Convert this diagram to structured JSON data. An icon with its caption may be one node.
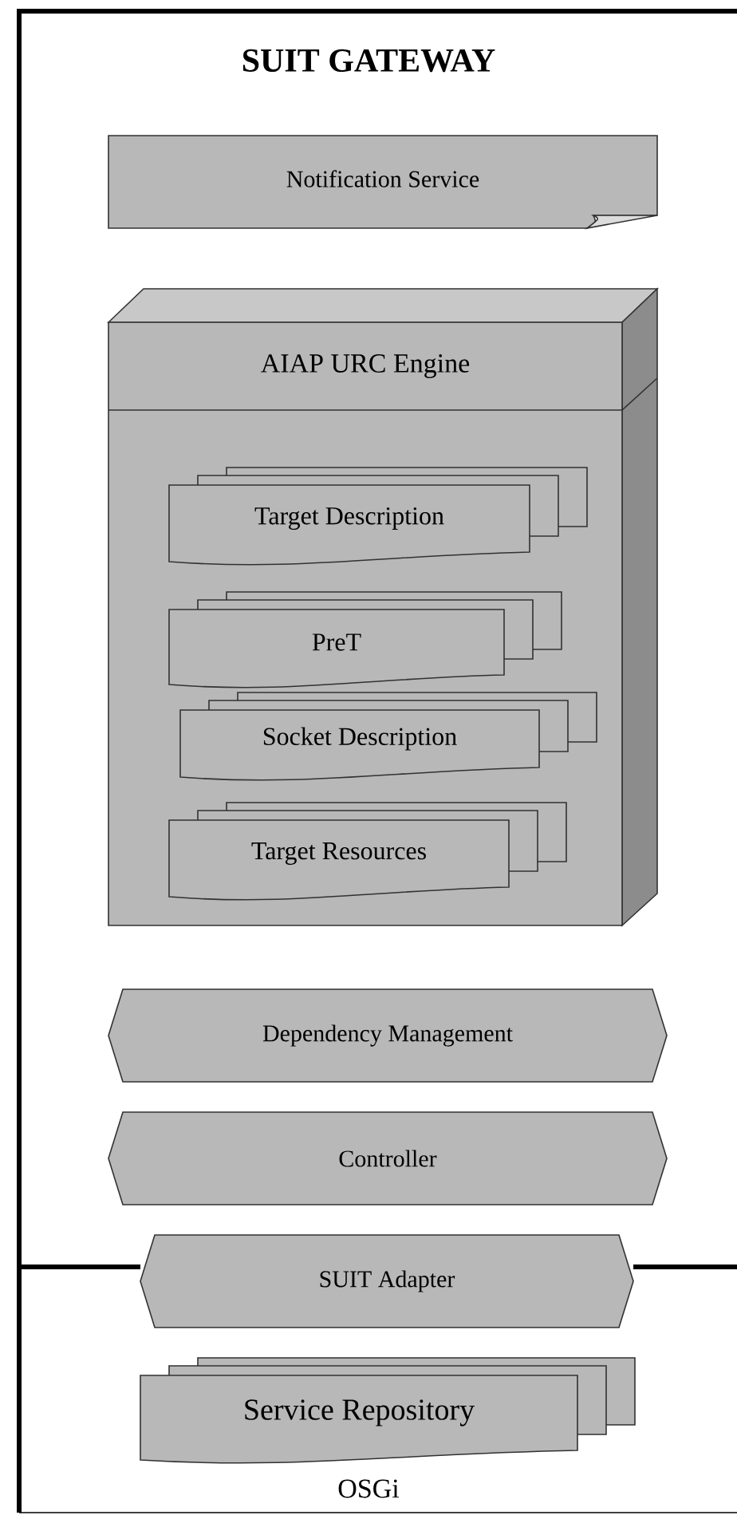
{
  "diagram": {
    "nodes": [
      {
        "text": [
          "SUIT GATEWAY"
        ]
      },
      {
        "text": [
          "Notification Service"
        ],
        "in": 0
      },
      {
        "text": [
          "AIAP URC Engine"
        ],
        "in": 0
      },
      {
        "text": [
          "Target Description"
        ],
        "in": 2
      },
      {
        "text": [
          "PreT"
        ],
        "in": 2
      },
      {
        "text": [
          "Socket Description"
        ],
        "in": 2
      },
      {
        "text": [
          "Target Resources"
        ],
        "in": 2
      },
      {
        "text": [
          "Dependency Management"
        ],
        "in": 0
      },
      {
        "text": [
          "Controller"
        ],
        "in": 0
      },
      {
        "text": [
          "SUIT Adapter"
        ]
      },
      {
        "text": [
          "OSGi"
        ]
      },
      {
        "text": [
          "Service Repository"
        ],
        "in": 10
      }
    ]
  }
}
